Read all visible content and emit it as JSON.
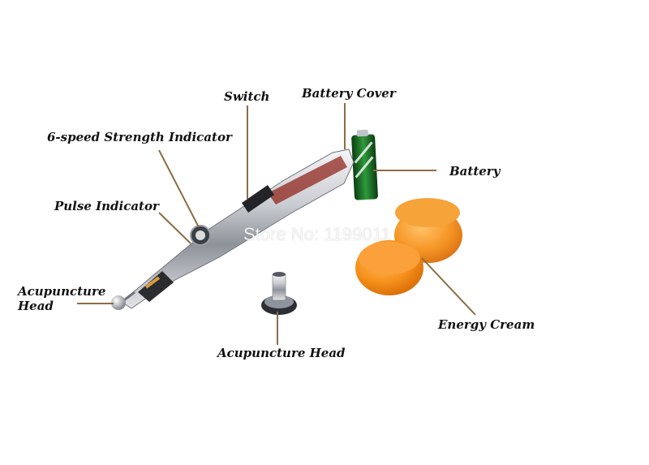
{
  "labels": {
    "switch": "Switch",
    "battery_cover": "Battery Cover",
    "strength_indicator": "6-speed Strength Indicator",
    "battery": "Battery",
    "pulse_indicator": "Pulse Indicator",
    "acupuncture_head_left_line1": "Acupuncture",
    "acupuncture_head_left_line2": "Head",
    "acupuncture_head_center": "Acupuncture Head",
    "energy_cream": "Energy Cream"
  },
  "watermark": "Store No: 1199011",
  "colors": {
    "label_text": "#111111",
    "leader_line": "#8a6d45",
    "pen_body": "#b8bcc2",
    "cream": "#f28a12",
    "battery": "#1f7a2a"
  }
}
